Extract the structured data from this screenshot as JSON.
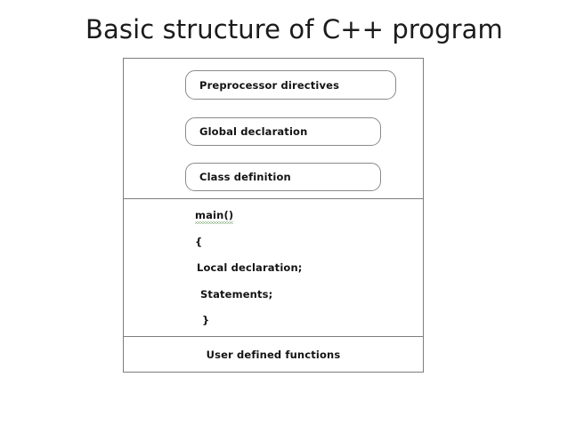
{
  "slide": {
    "title": "Basic structure of C++ program"
  },
  "diagram": {
    "declarations_section": {
      "boxes": [
        {
          "label": "Preprocessor directives"
        },
        {
          "label": "Global declaration"
        },
        {
          "label": "Class definition"
        }
      ]
    },
    "main_section": {
      "lines": [
        {
          "text": "main()",
          "spellcheck_underline": true
        },
        {
          "text": "{",
          "spellcheck_underline": false
        },
        {
          "text": "Local declaration;",
          "spellcheck_underline": false
        },
        {
          "text": "Statements;",
          "spellcheck_underline": false
        },
        {
          "text": "}",
          "spellcheck_underline": false
        }
      ]
    },
    "user_functions_section": {
      "label": "User defined functions"
    }
  },
  "colors": {
    "background": "#ffffff",
    "frame_border": "#7d7d7d",
    "box_border": "#8a8a8a",
    "text": "#141414",
    "title_text": "#1b1b1b",
    "spellcheck_squiggle": "#6f9f63"
  }
}
